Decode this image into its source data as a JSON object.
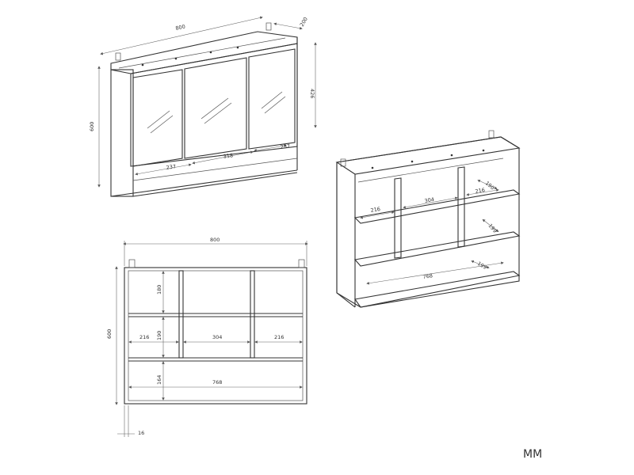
{
  "units": "MM",
  "views": {
    "closed": {
      "width": "800",
      "depth": "200",
      "height": "600",
      "upper_height": "426",
      "door_left": "237",
      "door_center": "318",
      "door_right": "237"
    },
    "open": {
      "left_compartment": "216",
      "center_compartment": "304",
      "right_compartment": "216",
      "shelf_depth": "190",
      "shelf_gap": "199",
      "shelf_gap_lower": "199",
      "bottom_width": "768"
    },
    "front": {
      "width": "800",
      "height": "600",
      "upper_row": "180",
      "middle_row": "190",
      "left_compartment": "216",
      "center_compartment": "304",
      "right_compartment": "216",
      "bottom_row": "164",
      "bottom_width": "768",
      "panel_thickness": "16"
    }
  }
}
